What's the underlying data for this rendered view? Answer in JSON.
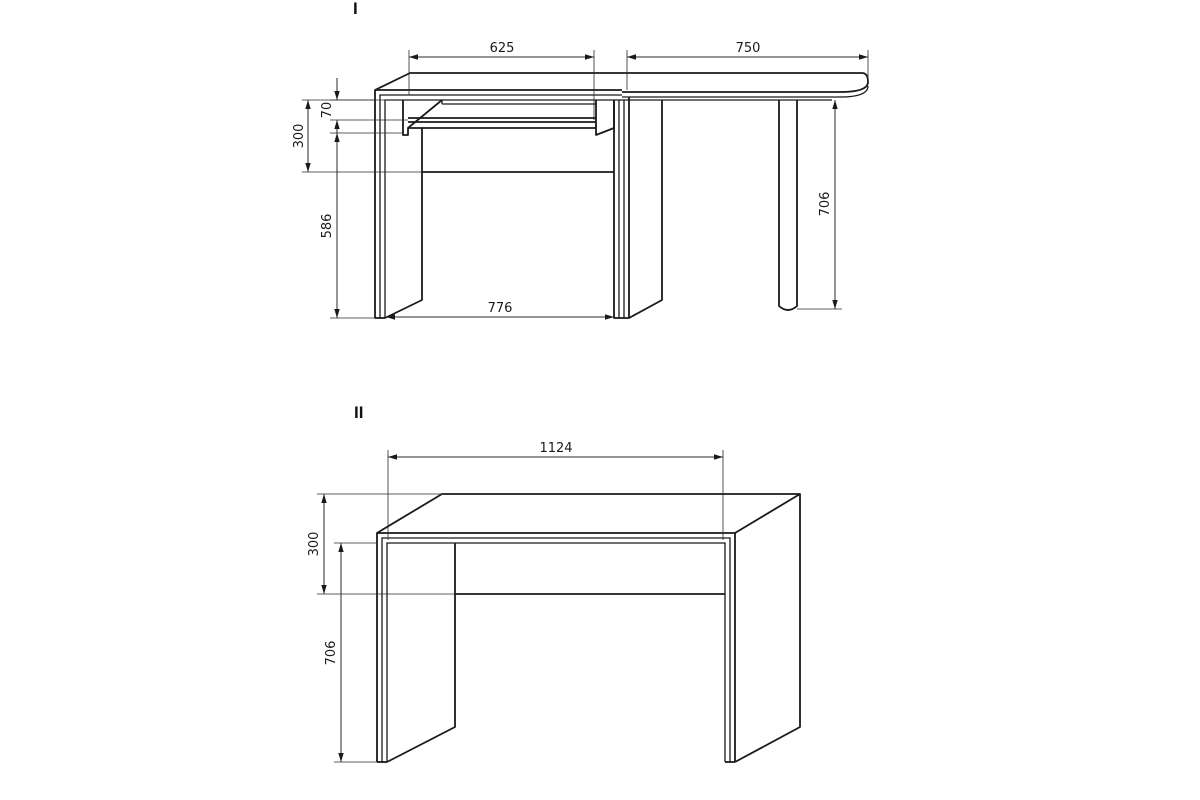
{
  "views": [
    {
      "label": "I",
      "dimensions": {
        "top_depth": "625",
        "extension_length": "750",
        "drawer_front": "70",
        "apron_height": "300",
        "leg_height": "586",
        "inner_width": "776",
        "support_height": "706"
      }
    },
    {
      "label": "II",
      "dimensions": {
        "overall_width": "1124",
        "apron_height": "300",
        "leg_height": "706"
      }
    }
  ]
}
